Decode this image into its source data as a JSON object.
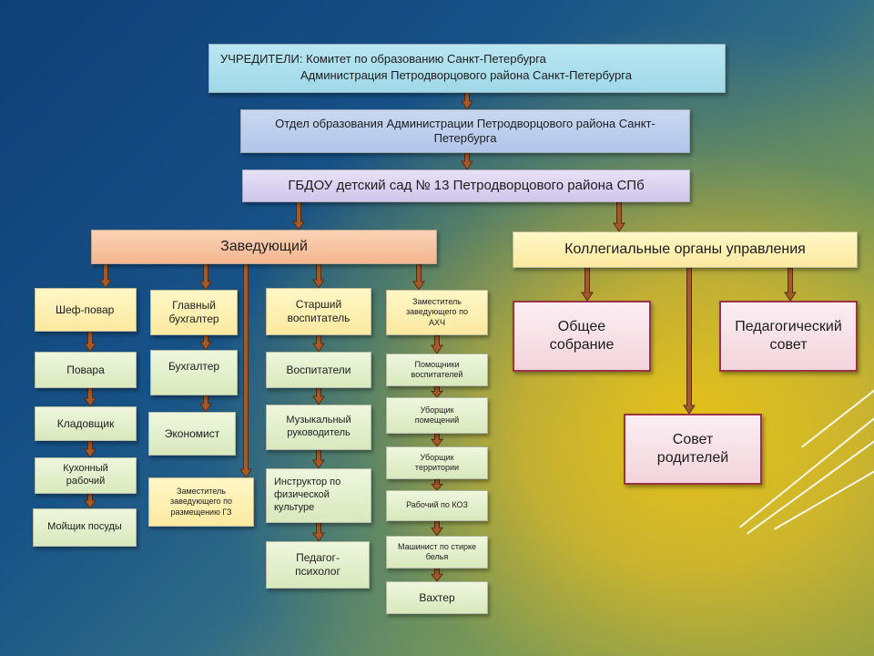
{
  "founders": {
    "line1": "УЧРЕДИТЕЛИ: Комитет по образованию Санкт-Петербурга",
    "line2": "Администрация Петродворцового района Санкт-Петербурга"
  },
  "education_dept": "Отдел образования Администрации Петродворцового района Санкт-Петербурга",
  "kindergarten": "ГБДОУ детский сад № 13 Петродворцового района СПб",
  "head": "Заведующий",
  "collegial": "Коллегиальные органы управления",
  "chef": {
    "title": "Шеф-повар",
    "items": [
      "Повара",
      "Кладовщик",
      "Кухонный рабочий",
      "Мойщик посуды"
    ]
  },
  "accountant": {
    "title": "Главный бухгалтер",
    "items": [
      "Бухгалтер",
      "Экономист"
    ]
  },
  "gz_deputy": "Заместитель заведующего по размещению ГЗ",
  "senior_teacher": {
    "title": "Старший воспитатель",
    "items": [
      "Воспитатели",
      "Музыкальный руководитель",
      "Инструктор по физической культуре",
      "Педагог-психолог"
    ]
  },
  "ahch_deputy": {
    "title": "Заместитель заведующего по АХЧ",
    "items": [
      "Помощники воспитателей",
      "Уборщик помещений",
      "Уборщик территории",
      "Рабочий по КОЗ",
      "Машинист по стирке белья",
      "Вахтер"
    ]
  },
  "councils": {
    "general_meeting": "Общее собрание",
    "pedagogical_council": "Педагогический совет",
    "parents_council": "Совет родителей"
  },
  "colors": {
    "arrow_fill": "#a35a2a",
    "arrow_stroke": "#5b2a0c",
    "council_border": "#9c3344"
  }
}
